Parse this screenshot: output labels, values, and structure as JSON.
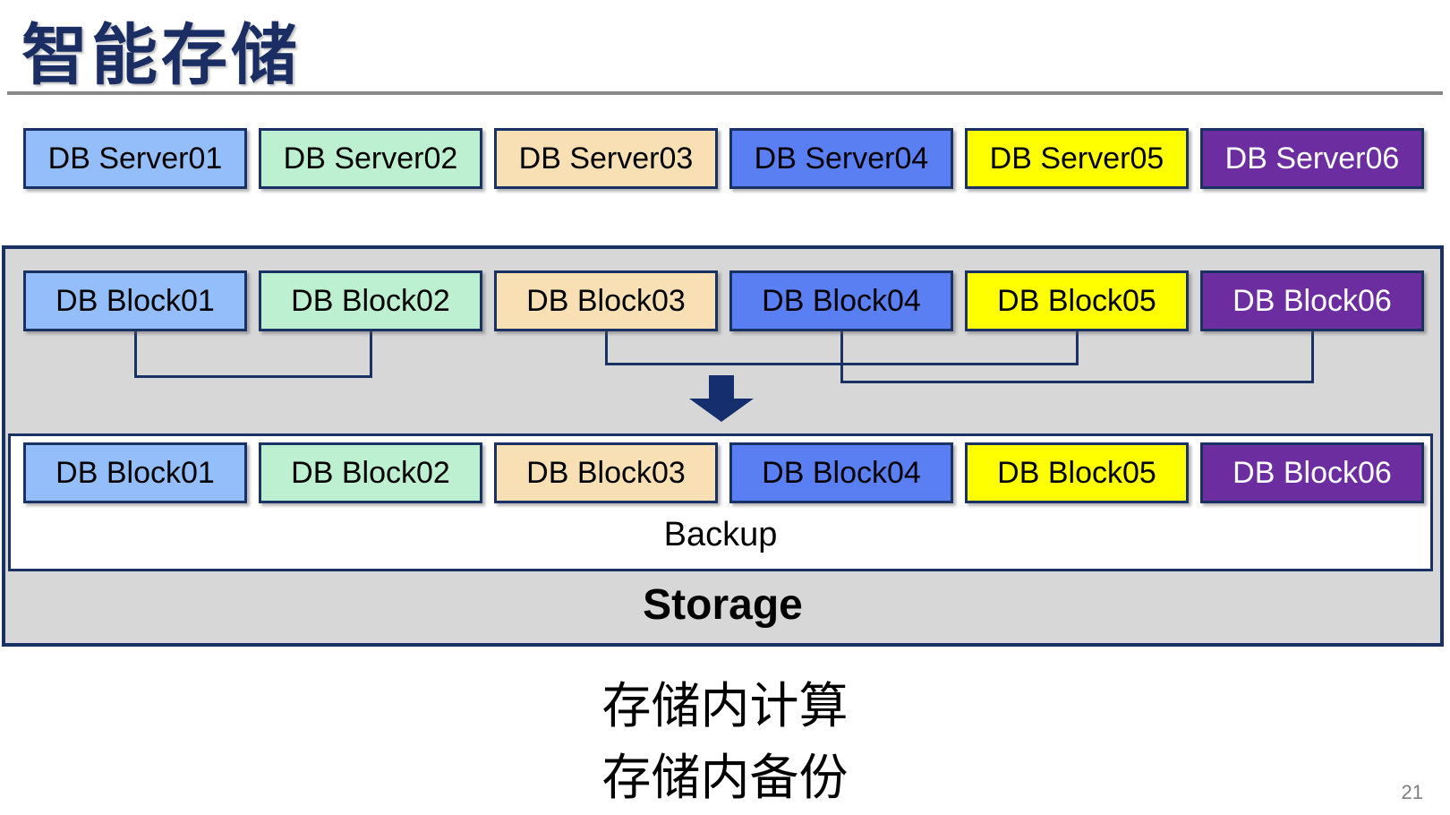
{
  "slide": {
    "title": "智能存储",
    "page_number": "21",
    "caption_line1": "存储内计算",
    "caption_line2": "存储内备份"
  },
  "servers": {
    "items": [
      {
        "label": "DB Server01"
      },
      {
        "label": "DB Server02"
      },
      {
        "label": "DB Server03"
      },
      {
        "label": "DB Server04"
      },
      {
        "label": "DB Server05"
      },
      {
        "label": "DB Server06"
      }
    ]
  },
  "storage": {
    "label": "Storage",
    "backup_label": "Backup",
    "top_blocks": [
      {
        "label": "DB Block01"
      },
      {
        "label": "DB Block02"
      },
      {
        "label": "DB Block03"
      },
      {
        "label": "DB Block04"
      },
      {
        "label": "DB Block05"
      },
      {
        "label": "DB Block06"
      }
    ],
    "bottom_blocks": [
      {
        "label": "DB Block01"
      },
      {
        "label": "DB Block02"
      },
      {
        "label": "DB Block03"
      },
      {
        "label": "DB Block04"
      },
      {
        "label": "DB Block05"
      },
      {
        "label": "DB Block06"
      }
    ]
  },
  "colors": {
    "title_text": "#1B2E64",
    "box_border": "#1A3263",
    "connector_line": "#1A3263",
    "arrow_fill": "#142E6E",
    "container_fill": "#D7D7D7",
    "divider": "#888888",
    "page_number_text": "#7F7F7F",
    "box_fills": [
      "#93BEFA",
      "#BDF0D0",
      "#F8E0B4",
      "#5A7FF2",
      "#FFFF00",
      "#6C2DA0"
    ],
    "box_text": [
      "#000000",
      "#000000",
      "#000000",
      "#000000",
      "#000000",
      "#FFFFFF"
    ]
  }
}
